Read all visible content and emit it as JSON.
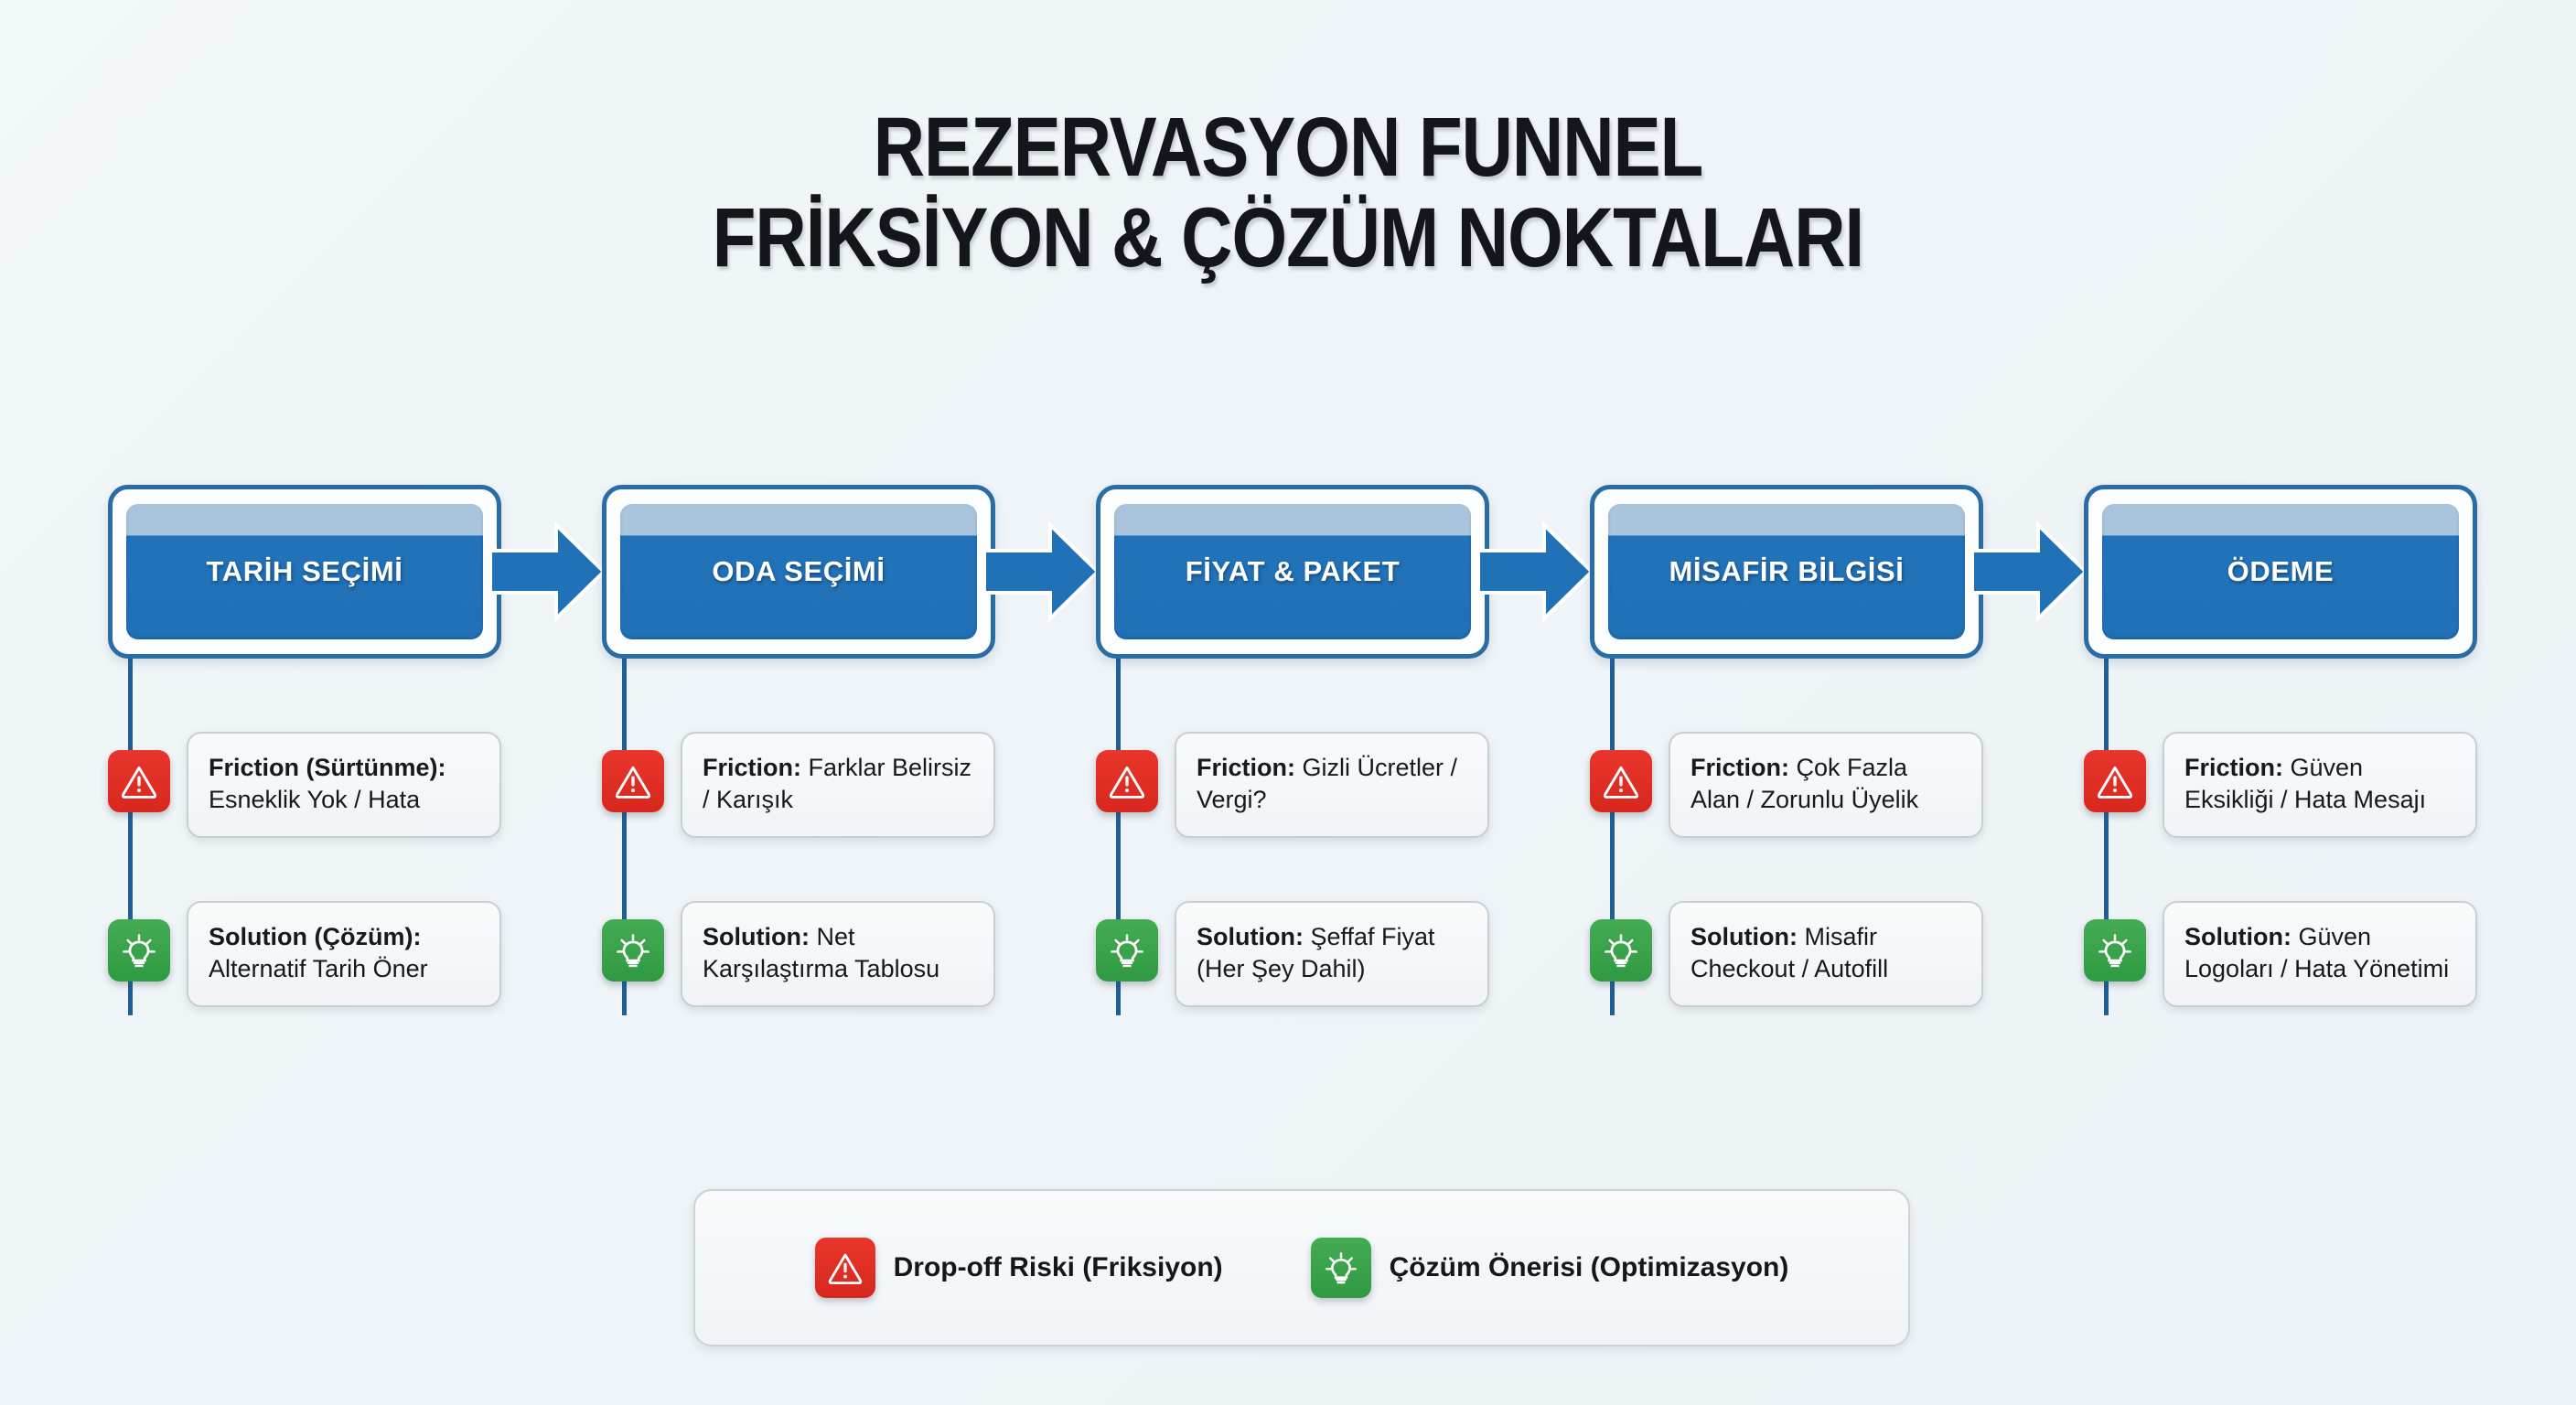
{
  "title": {
    "line1": "REZERVASYON FUNNEL",
    "line2": "FRİKSİYON & ÇÖZÜM NOKTALARI"
  },
  "colors": {
    "background": "#eef4f7",
    "stage_blue": "#2171b7",
    "stage_blue_top": "#a9c5dd",
    "stage_border": "#2a6ca5",
    "friction_red": "#d8271e",
    "solution_green": "#2f9a42",
    "connector_blue": "#1e5f96",
    "card_bg": "#f4f7f8",
    "card_border": "#c8cfd4",
    "text_dark": "#16191d"
  },
  "funnel": {
    "stages": [
      {
        "label": "TARİH SEÇİMİ"
      },
      {
        "label": "ODA SEÇİMİ"
      },
      {
        "label": "FİYAT & PAKET"
      },
      {
        "label": "MİSAFİR BİLGİSİ"
      },
      {
        "label": "ÖDEME"
      }
    ],
    "arrow_icon": "arrow-right-icon"
  },
  "columns": [
    {
      "friction": {
        "label": "Friction (Sürtünme):",
        "value": "Esneklik Yok / Hata",
        "icon": "warning-triangle-icon"
      },
      "solution": {
        "label": "Solution (Çözüm):",
        "value": "Alternatif Tarih Öner",
        "icon": "lightbulb-icon"
      }
    },
    {
      "friction": {
        "label": "Friction:",
        "value": "Farklar Belirsiz / Karışık",
        "icon": "warning-triangle-icon"
      },
      "solution": {
        "label": "Solution:",
        "value": "Net Karşılaştırma Tablosu",
        "icon": "lightbulb-icon"
      }
    },
    {
      "friction": {
        "label": "Friction:",
        "value": "Gizli Ücretler / Vergi?",
        "icon": "warning-triangle-icon"
      },
      "solution": {
        "label": "Solution:",
        "value": "Şeffaf Fiyat (Her Şey Dahil)",
        "icon": "lightbulb-icon"
      }
    },
    {
      "friction": {
        "label": "Friction:",
        "value": "Çok Fazla Alan / Zorunlu Üyelik",
        "icon": "warning-triangle-icon"
      },
      "solution": {
        "label": "Solution:",
        "value": "Misafir Checkout / Autofill",
        "icon": "lightbulb-icon"
      }
    },
    {
      "friction": {
        "label": "Friction:",
        "value": "Güven Eksikliği / Hata Mesajı",
        "icon": "warning-triangle-icon"
      },
      "solution": {
        "label": "Solution:",
        "value": "Güven Logoları / Hata Yönetimi",
        "icon": "lightbulb-icon"
      }
    }
  ],
  "legend": {
    "items": [
      {
        "label": "Drop-off Riski (Friksiyon)",
        "icon": "warning-triangle-icon",
        "color": "#d8271e"
      },
      {
        "label": "Çözüm Önerisi (Optimizasyon)",
        "icon": "lightbulb-icon",
        "color": "#2f9a42"
      }
    ]
  }
}
